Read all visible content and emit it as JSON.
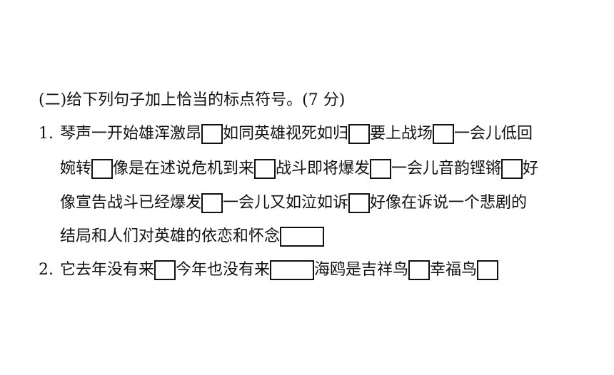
{
  "section_title": "(二)给下列句子加上恰当的标点符号。(7 分)",
  "q1": {
    "number": "1.",
    "l1": [
      "琴声一开始雄浑激昂",
      "如同英雄视死如归",
      "要上战场",
      "一会儿低回"
    ],
    "l2": [
      "婉转",
      "像是在述说危机到来",
      "战斗即将爆发",
      "一会儿音韵铿锵",
      "好"
    ],
    "l3": [
      "像宣告战斗已经爆发",
      "一会儿又如泣如诉",
      "好像在诉说一个悲剧的"
    ],
    "l4": [
      "结局和人们对英雄的依恋和怀念"
    ]
  },
  "q2": {
    "number": "2.",
    "parts": [
      "它去年没有来",
      "今年也没有来",
      "海鸥是吉祥鸟",
      "幸福鸟"
    ]
  }
}
